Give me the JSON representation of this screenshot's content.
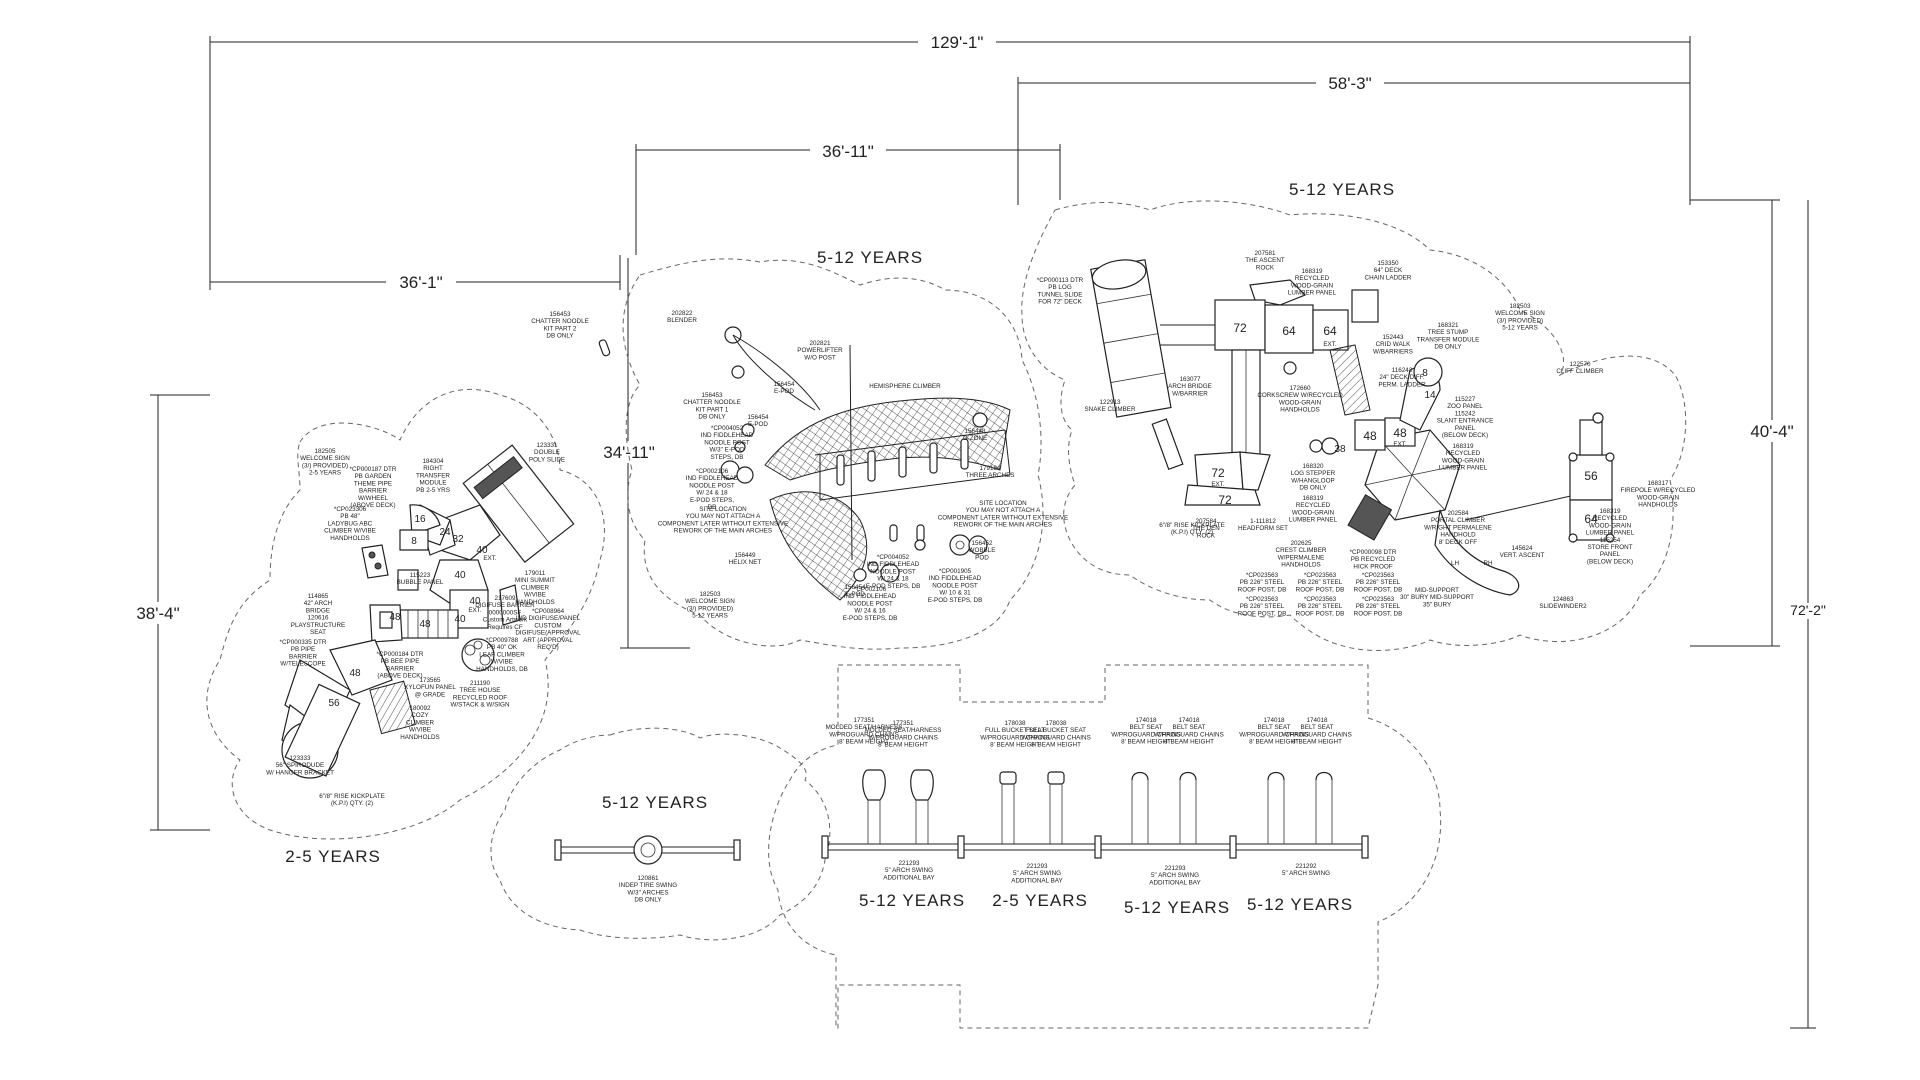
{
  "dimensions": {
    "overall_width": "129'-1\"",
    "right_width": "58'-3\"",
    "middle_width": "36'-11\"",
    "left_width": "36'-1\"",
    "left_height": "38'-4\"",
    "middle_height": "34'-11\"",
    "right_height": "40'-4\"",
    "overall_height": "72'-2\""
  },
  "zones": {
    "left_structure": "2-5 YEARS",
    "middle_structure": "5-12 YEARS",
    "right_structure": "5-12 YEARS",
    "oval_swing": "5-12 YEARS",
    "swing_bay_1": "5-12 YEARS",
    "swing_bay_2": "2-5 YEARS",
    "swing_bay_3": "5-12 YEARS",
    "swing_bay_4": "5-12 YEARS"
  },
  "deck_heights": {
    "left": [
      "16",
      "24",
      "32",
      "8",
      "40",
      "40",
      "40",
      "40",
      "48",
      "48",
      "48",
      "56"
    ],
    "left_labels": [
      "EXT.",
      "EXT."
    ],
    "right": [
      "72",
      "64",
      "64",
      "48",
      "48",
      "72",
      "72",
      "56",
      "64",
      "14",
      "38",
      "8"
    ],
    "right_labels": [
      "EXT.",
      "EXT.",
      "EXT."
    ]
  },
  "notes": {
    "left": [
      {
        "lines": [
          "182505",
          "WELCOME SIGN",
          "(3/) PROVIDED)",
          "2-5 YEARS"
        ]
      },
      {
        "lines": [
          "*CP000187 DTR",
          "PB GARDEN",
          "THEME PIPE",
          "BARRIER",
          "W/WHEEL",
          "(ABOVE DECK)"
        ]
      },
      {
        "lines": [
          "184304",
          "RIGHT",
          "TRANSFER",
          "MODULE",
          "PB 2-5 YRS"
        ]
      },
      {
        "lines": [
          "123331",
          "DOUBLE",
          "POLY SLIDE"
        ]
      },
      {
        "lines": [
          "*CP023306",
          "PB 48\"",
          "LADYBUG ABC",
          "CLIMBER W/VIBE",
          "HANDHOLDS"
        ]
      },
      {
        "lines": [
          "115223",
          "BUBBLE PANEL"
        ]
      },
      {
        "lines": [
          "179011",
          "MINI SUMMIT",
          "CLIMBER",
          "W/VIBE",
          "HANDHOLDS"
        ]
      },
      {
        "lines": [
          "217609",
          "DIGIFUSE BARRIER",
          "0000000SF",
          "Custom Artwork",
          "Requires CF"
        ]
      },
      {
        "lines": [
          "114865",
          "42\" ARCH",
          "BRIDGE",
          "120616",
          "PLAYSTRUCTURE",
          "SEAT"
        ]
      },
      {
        "lines": [
          "*CP008964",
          "IND DIGIFUSE/PANEL",
          "CUSTOM",
          "DIGIFUSE(APPROVAL",
          "ART (APPROVAL",
          "REQ'D)"
        ]
      },
      {
        "lines": [
          "*CP000335 DTR",
          "PB PIPE",
          "BARRIER",
          "W/TELESCOPE"
        ]
      },
      {
        "lines": [
          "*CP000184 DTR",
          "PB BEE PIPE",
          "BARRIER",
          "(ABOVE DECK)"
        ]
      },
      {
        "lines": [
          "*CP009788",
          "PB 40\" OK",
          "LEAF CLIMBER",
          "W/VIBE",
          "HANDHOLDS, DB"
        ]
      },
      {
        "lines": [
          "173565",
          "XYLOFUN PANEL",
          "@ GRADE"
        ]
      },
      {
        "lines": [
          "211190",
          "TREE HOUSE",
          "RECYCLED ROOF",
          "W/STACK & W/SIGN"
        ]
      },
      {
        "lines": [
          "180092",
          "COZY",
          "CLIMBER",
          "W/VIBE",
          "HANDHOLDS"
        ]
      },
      {
        "lines": [
          "123333",
          "56\" SPIRODUDE",
          "W/ HANGER BRACKET"
        ]
      },
      {
        "lines": [
          "6\"/8\" RISE KICKPLATE",
          "(K.P.I) QTY. (2)"
        ]
      },
      {
        "lines": [
          "156453",
          "CHATTER NOODLE",
          "KIT PART 2",
          "DB ONLY"
        ]
      }
    ],
    "middle": [
      {
        "lines": [
          "202822",
          "BLENDER"
        ]
      },
      {
        "lines": [
          "202821",
          "POWERLIFTER",
          "W/O POST"
        ]
      },
      {
        "lines": [
          "156453",
          "CHATTER NOODLE",
          "KIT PART 1",
          "DB ONLY"
        ]
      },
      {
        "lines": [
          "156454",
          "E-POD"
        ]
      },
      {
        "lines": [
          "156454",
          "E-POD"
        ]
      },
      {
        "lines": [
          "HEMISPHERE CLIMBER"
        ]
      },
      {
        "lines": [
          "*CP004052",
          "IND FIDDLEHEAD",
          "NOODLE POST",
          "W/3\" E-POD",
          "STEPS, DB"
        ]
      },
      {
        "lines": [
          "*CP002106",
          "IND FIDDLEHEAD",
          "NOODLE POST",
          "W/ 24 & 18",
          "E-POD STEPS,",
          "DB"
        ]
      },
      {
        "lines": [
          "156448",
          "O-ZONE"
        ]
      },
      {
        "lines": [
          "179184",
          "THREE ARCHES"
        ]
      },
      {
        "lines": [
          "SITE LOCATION",
          "YOU MAY NOT ATTACH A",
          "COMPONENT LATER WITHOUT EXTENSIVE",
          "REWORK OF THE MAIN ARCHES"
        ]
      },
      {
        "lines": [
          "SITE LOCATION",
          "YOU MAY NOT ATTACH A",
          "COMPONENT LATER WITHOUT EXTENSIVE",
          "REWORK OF THE MAIN ARCHES"
        ]
      },
      {
        "lines": [
          "156449",
          "HELIX NET"
        ]
      },
      {
        "lines": [
          "156454",
          "E-POD"
        ]
      },
      {
        "lines": [
          "*CP004052",
          "IND FIDDLEHEAD",
          "NOODLE POST",
          "W/ 24 & 18",
          "E-POD STEPS, DB"
        ]
      },
      {
        "lines": [
          "*CP002106",
          "IND FIDDLEHEAD",
          "NOODLE POST",
          "W/ 24 & 16",
          "E-POD STEPS, DB"
        ]
      },
      {
        "lines": [
          "*CP001905",
          "IND FIDDLEHEAD",
          "NOODLE POST",
          "W/ 10 & 31",
          "E-POD STEPS, DB"
        ]
      },
      {
        "lines": [
          "156452",
          "WOBBLE",
          "POD"
        ]
      },
      {
        "lines": [
          "182503",
          "WELCOME SIGN",
          "(3/) PROVIDED)",
          "5-12 YEARS"
        ]
      }
    ],
    "right": [
      {
        "lines": [
          "*CP000113 DTR",
          "PB LOG",
          "TUNNEL SLIDE",
          "FOR 72\" DECK"
        ]
      },
      {
        "lines": [
          "207581",
          "THE ASCENT",
          "ROCK"
        ]
      },
      {
        "lines": [
          "168319",
          "RECYCLED",
          "WOOD-GRAIN",
          "LUMBER PANEL"
        ]
      },
      {
        "lines": [
          "153350",
          "64\" DECK",
          "CHAIN LADDER"
        ]
      },
      {
        "lines": [
          "182503",
          "WELCOME SIGN",
          "(3/) PROVIDED)",
          "5-12 YEARS"
        ]
      },
      {
        "lines": [
          "168321",
          "TREE STUMP",
          "TRANSFER MODULE",
          "DB ONLY"
        ]
      },
      {
        "lines": [
          "152443",
          "CRID WALK",
          "W/BARRIERS"
        ]
      },
      {
        "lines": [
          "122570",
          "CLIFF CLIMBER"
        ]
      },
      {
        "lines": [
          "116243",
          "24\" DECK DIFF.",
          "PERM. LADDER"
        ]
      },
      {
        "lines": [
          "115227",
          "ZOO PANEL",
          "115242",
          "SLANT ENTRANCE",
          "PANEL",
          "(BELOW DECK)"
        ]
      },
      {
        "lines": [
          "163077",
          "ARCH BRIDGE",
          "W/BARRIER"
        ]
      },
      {
        "lines": [
          "172660",
          "CORKSCREW W/RECYCLED",
          "WOOD-GRAIN",
          "HANDHOLDS"
        ]
      },
      {
        "lines": [
          "122913",
          "SNAKE CLIMBER"
        ]
      },
      {
        "lines": [
          "168319",
          "RECYCLED",
          "WOOD-GRAIN",
          "LUMBER PANEL"
        ]
      },
      {
        "lines": [
          "168317",
          "FIREPOLE W/RECYCLED",
          "WOOD-GRAIN",
          "HANDHOLDS"
        ]
      },
      {
        "lines": [
          "168320",
          "LOG STEPPER",
          "W/HANGLOOP",
          "DB ONLY"
        ]
      },
      {
        "lines": [
          "168319",
          "RECYCLED",
          "WOOD-GRAIN",
          "LUMBER PANEL"
        ]
      },
      {
        "lines": [
          "168319",
          "RECYCLED",
          "WOOD-GRAIN",
          "LUMBER PANEL",
          "115254",
          "STORE FRONT",
          "PANEL",
          "(BELOW DECK)"
        ]
      },
      {
        "lines": [
          "6\"/8\" RISE KICKPLATE",
          "(K.P.I) QTY. (2)"
        ]
      },
      {
        "lines": [
          "207584",
          "THE DEN",
          "ROCK"
        ]
      },
      {
        "lines": [
          "1-111812",
          "HEADFORM SET"
        ]
      },
      {
        "lines": [
          "202584",
          "PORTAL CLIMBER",
          "W/RIGHT PERMALENE",
          "HANDHOLD",
          "8' DECK OFF"
        ]
      },
      {
        "lines": [
          "202625",
          "CREST CLIMBER",
          "W/PERMALENE",
          "HANDHOLDS"
        ]
      },
      {
        "lines": [
          "*CP000098 DTR",
          "PB RECYCLED",
          "HICK PROOF"
        ]
      },
      {
        "lines": [
          "145624",
          "VERT. ASCENT"
        ]
      },
      {
        "lines": [
          "*CP023563",
          "PB 226\" STEEL",
          "ROOF POST, DB"
        ]
      },
      {
        "lines": [
          "*CP023563",
          "PB 226\" STEEL",
          "ROOF POST, DB"
        ]
      },
      {
        "lines": [
          "*CP023563",
          "PB 226\" STEEL",
          "ROOF POST, DB"
        ]
      },
      {
        "lines": [
          "*CP023563",
          "PB 226\" STEEL",
          "ROOF POST, DB"
        ]
      },
      {
        "lines": [
          "*CP023563",
          "PB 226\" STEEL",
          "ROOF POST, DB"
        ]
      },
      {
        "lines": [
          "*CP023563",
          "PB 226\" STEEL",
          "ROOF POST, DB"
        ]
      },
      {
        "lines": [
          "MID-SUPPORT",
          "30\" BURY MID-SUPPORT",
          "35\" BURY"
        ]
      },
      {
        "lines": [
          "124863",
          "SLIDEWINDER2"
        ]
      }
    ],
    "swings": [
      {
        "lines": [
          "177351",
          "MOLDED SEAT/HARNESS",
          "W/PROGUARD CHAINS",
          "8' BEAM HEIGHT"
        ]
      },
      {
        "lines": [
          "177351",
          "MOLDED SEAT/HARNESS",
          "W/PROGUARD CHAINS",
          "8' BEAM HEIGHT"
        ]
      },
      {
        "lines": [
          "178038",
          "FULL BUCKET SEAT",
          "W/PROGUARD CHAINS",
          "8' BEAM HEIGHT"
        ]
      },
      {
        "lines": [
          "178038",
          "FULL BUCKET SEAT",
          "W/PROGUARD CHAINS",
          "8' BEAM HEIGHT"
        ]
      },
      {
        "lines": [
          "174018",
          "BELT SEAT",
          "W/PROGUARD CHAINS",
          "8' BEAM HEIGHT"
        ]
      },
      {
        "lines": [
          "174018",
          "BELT SEAT",
          "W/PROGUARD CHAINS",
          "8' BEAM HEIGHT"
        ]
      },
      {
        "lines": [
          "174018",
          "BELT SEAT",
          "W/PROGUARD CHAINS",
          "8' BEAM HEIGHT"
        ]
      },
      {
        "lines": [
          "174018",
          "BELT SEAT",
          "W/PROGUARD CHAINS",
          "8' BEAM HEIGHT"
        ]
      },
      {
        "lines": [
          "221293",
          "5\" ARCH SWING",
          "ADDITIONAL BAY"
        ]
      },
      {
        "lines": [
          "221293",
          "5\" ARCH SWING",
          "ADDITIONAL BAY"
        ]
      },
      {
        "lines": [
          "221293",
          "5\" ARCH SWING",
          "ADDITIONAL BAY"
        ]
      },
      {
        "lines": [
          "221292",
          "5\" ARCH SWING"
        ]
      },
      {
        "lines": [
          "120861",
          "INDEP TIRE SWING",
          "W/3\" ARCHES",
          "DB ONLY"
        ]
      }
    ]
  }
}
